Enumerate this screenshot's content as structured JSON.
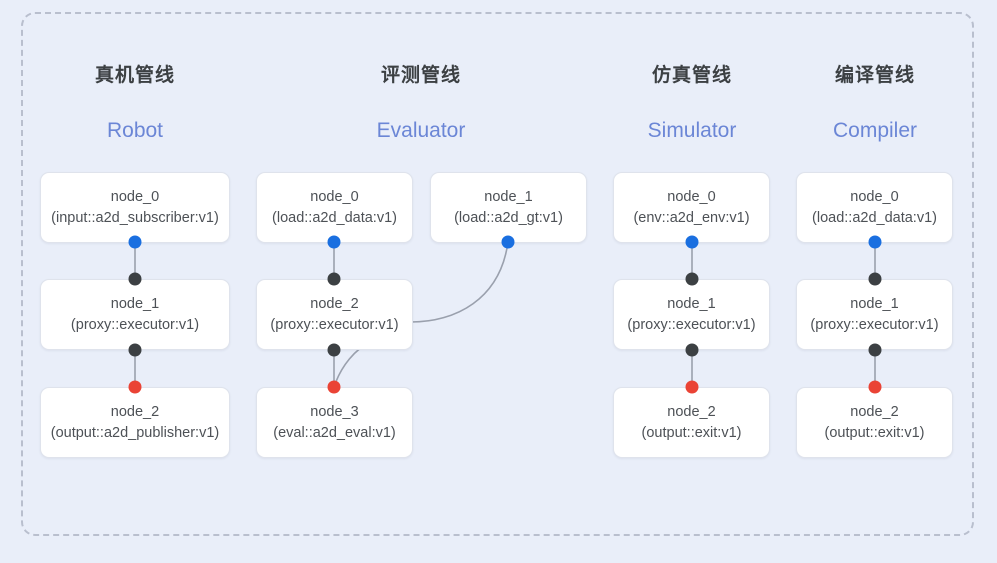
{
  "diagram": {
    "title_visible": false,
    "background_color": "#e9eef9",
    "frame_border_color": "#b9bfce",
    "port_colors": {
      "input": "#1a6fe0",
      "intermediate": "#3c4043",
      "output": "#ea4335"
    },
    "edge_color": "#9aa0ad"
  },
  "columns": [
    {
      "id": "robot",
      "cn_label": "真机管线",
      "en_label": "Robot",
      "nodes": [
        {
          "id": "node_0",
          "signature": "(input::a2d_subscriber:v1)"
        },
        {
          "id": "node_1",
          "signature": "(proxy::executor:v1)"
        },
        {
          "id": "node_2",
          "signature": "(output::a2d_publisher:v1)"
        }
      ]
    },
    {
      "id": "evaluator",
      "cn_label": "评测管线",
      "en_label": "Evaluator",
      "nodes": [
        {
          "id": "node_0",
          "signature": "(load::a2d_data:v1)"
        },
        {
          "id": "node_1",
          "signature": "(load::a2d_gt:v1)"
        },
        {
          "id": "node_2",
          "signature": "(proxy::executor:v1)"
        },
        {
          "id": "node_3",
          "signature": "(eval::a2d_eval:v1)"
        }
      ]
    },
    {
      "id": "simulator",
      "cn_label": "仿真管线",
      "en_label": "Simulator",
      "nodes": [
        {
          "id": "node_0",
          "signature": "(env::a2d_env:v1)"
        },
        {
          "id": "node_1",
          "signature": "(proxy::executor:v1)"
        },
        {
          "id": "node_2",
          "signature": "(output::exit:v1)"
        }
      ]
    },
    {
      "id": "compiler",
      "cn_label": "编译管线",
      "en_label": "Compiler",
      "nodes": [
        {
          "id": "node_0",
          "signature": "(load::a2d_data:v1)"
        },
        {
          "id": "node_1",
          "signature": "(proxy::executor:v1)"
        },
        {
          "id": "node_2",
          "signature": "(output::exit:v1)"
        }
      ]
    }
  ]
}
